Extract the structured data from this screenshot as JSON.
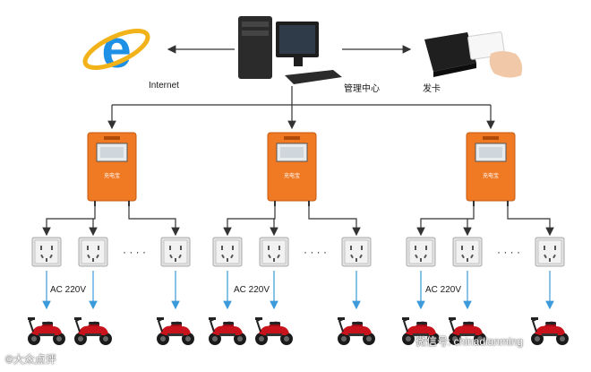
{
  "labels": {
    "internet": "Internet",
    "management_center": "管理中心",
    "card_issue": "发卡"
  },
  "controllers": [
    {
      "name": "charging-controller-1",
      "brand": "充电宝",
      "ac_label": "AC 220V"
    },
    {
      "name": "charging-controller-2",
      "brand": "充电宝",
      "ac_label": "AC 220V"
    },
    {
      "name": "charging-controller-3",
      "brand": "充电宝",
      "ac_label": "AC 220V"
    }
  ],
  "ellipsis": "· · · ·",
  "watermark_left": "©大众点评",
  "watermark_right": "微信号: chinadianming",
  "icons": {
    "internet": "internet-explorer-icon",
    "server": "desktop-computer-icon",
    "card_reader": "card-reader-icon",
    "socket": "power-socket-icon",
    "scooter": "electric-scooter-icon"
  },
  "colors": {
    "controller_orange": "#f07a24",
    "socket_gray": "#dcdcdc",
    "arrow_blue": "#3b9ad9",
    "line_dark": "#333333",
    "scooter_red": "#c8121c"
  }
}
